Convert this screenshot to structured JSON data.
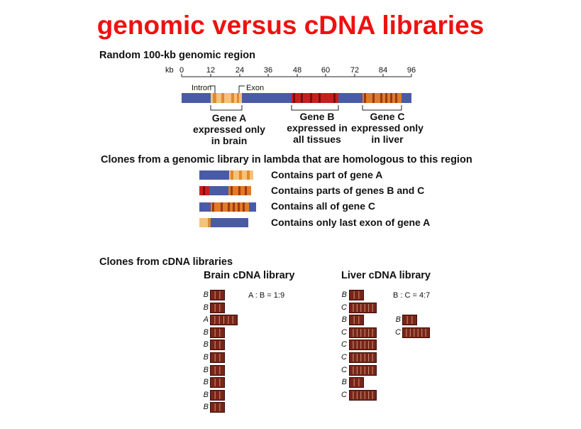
{
  "title": "genomic versus cDNA libraries",
  "region": {
    "heading": "Random 100-kb genomic region",
    "axis_unit": "kb",
    "ticks": [
      "0",
      "12",
      "24",
      "36",
      "48",
      "60",
      "72",
      "84",
      "96"
    ],
    "intron_label": "Intron",
    "exon_label": "Exon"
  },
  "genes": [
    {
      "id": "A",
      "line1": "Gene A",
      "line2": "expressed only",
      "line3": "in brain"
    },
    {
      "id": "B",
      "line1": "Gene B",
      "line2": "expressed in",
      "line3": "all tissues"
    },
    {
      "id": "C",
      "line1": "Gene C",
      "line2": "expressed only",
      "line3": "in liver"
    }
  ],
  "genomic_clones": {
    "heading": "Clones from a genomic library in lambda that are homologous to this region",
    "items": [
      {
        "label": "Contains part of gene A"
      },
      {
        "label": "Contains parts of genes B and C"
      },
      {
        "label": "Contains all of gene C"
      },
      {
        "label": "Contains only last exon of gene A"
      }
    ]
  },
  "cdna": {
    "heading": "Clones from cDNA libraries",
    "brain": {
      "heading": "Brain cDNA library",
      "ratio": "A : B = 1:9",
      "clones": [
        "B",
        "B",
        "A",
        "B",
        "B",
        "B",
        "B",
        "B",
        "B",
        "B"
      ]
    },
    "liver": {
      "heading": "Liver cDNA library",
      "ratio": "B : C = 4:7",
      "clones": [
        "B",
        "C",
        "B",
        "C",
        "C",
        "C",
        "C",
        "B",
        "C"
      ],
      "legend_clones": [
        "B",
        "C"
      ]
    }
  },
  "colors": {
    "title": "#ee1111",
    "intron_blue": "#4a5ba6",
    "exon_light": "#f5c27a",
    "exon_stripe_a": "#e08a2a",
    "gene_b_red": "#c81e1e",
    "gene_b_dark": "#7a0d12",
    "gene_c_orange": "#e07a2a",
    "gene_c_stripe": "#9a3b10",
    "cdna_fill": "#7a2418",
    "cdna_stripe": "#c79a7a"
  }
}
